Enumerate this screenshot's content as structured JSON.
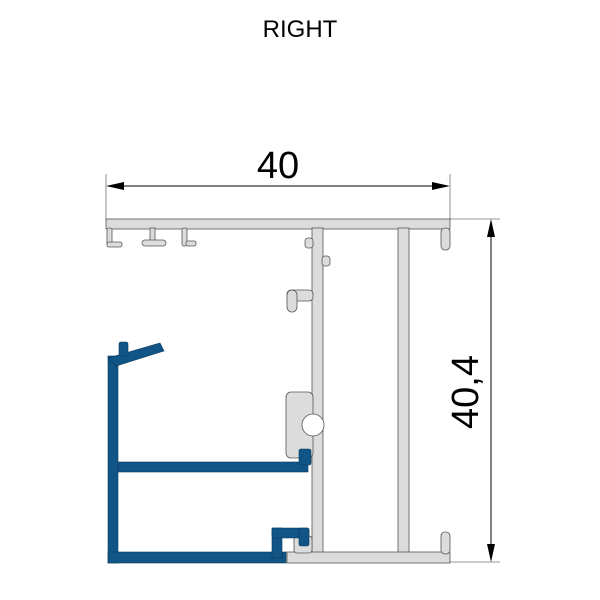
{
  "title": "RIGHT",
  "dimensions": {
    "width": "40",
    "height": "40,4"
  },
  "colors": {
    "frame_profile": "#dcdcdc",
    "sash_profile": "#115486"
  }
}
